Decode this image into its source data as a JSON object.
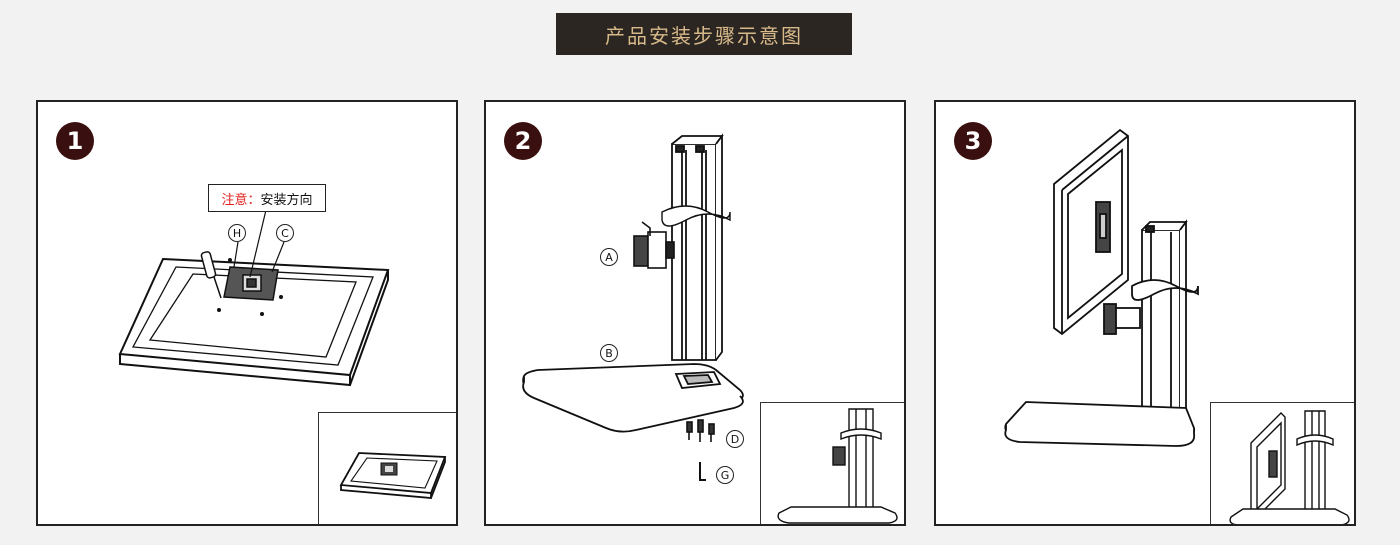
{
  "header": {
    "title": "产品安装步骤示意图"
  },
  "steps": [
    {
      "number": "1",
      "note_prefix": "注意：",
      "note_text": "安装方向",
      "labels": [
        "H",
        "C"
      ]
    },
    {
      "number": "2",
      "labels": [
        "A",
        "B",
        "D",
        "G"
      ]
    },
    {
      "number": "3"
    }
  ],
  "colors": {
    "badge": "#3a0f10",
    "banner_bg": "#2b2622",
    "banner_text": "#d8b98a",
    "note_red": "#e0201e"
  }
}
